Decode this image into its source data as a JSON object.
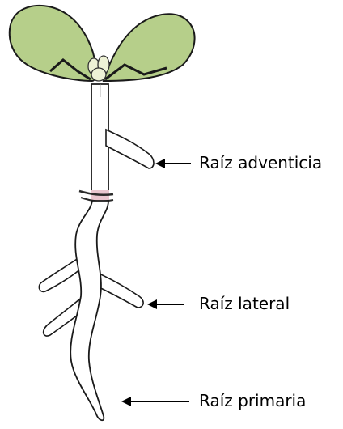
{
  "labels": {
    "adventitious_root": "Raíz adventicia",
    "lateral_root": "Raíz lateral",
    "primary_root": "Raíz primaria"
  },
  "colors": {
    "cotyledon": "#b6cf8a",
    "outline": "#1a1a1a",
    "root_fill": "#ffffff",
    "collar_band": "#e9c6cf",
    "collar_line": "#2b2b2b",
    "arrow": "#000000"
  }
}
